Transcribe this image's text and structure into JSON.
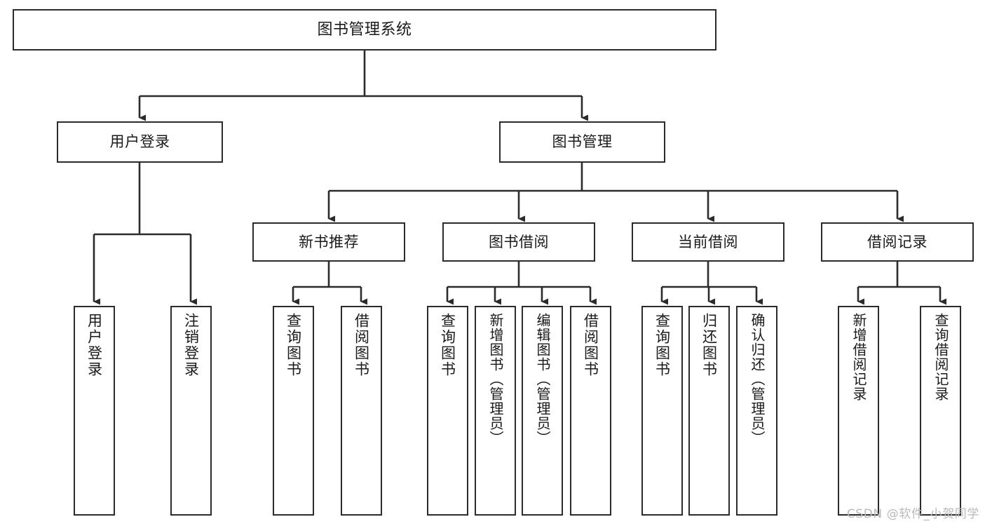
{
  "diagram": {
    "title": "图书管理系统",
    "type": "hierarchy-tree",
    "levels": 4,
    "line_color": "#2b2b2b",
    "box_fill": "#ffffff",
    "text_color": "#1a1a1a"
  },
  "nodes": {
    "root": {
      "label": "图书管理系统"
    },
    "level2": [
      {
        "id": "user-login",
        "label": "用户登录"
      },
      {
        "id": "book-management",
        "label": "图书管理"
      }
    ],
    "level3": [
      {
        "id": "new-book-recommend",
        "label": "新书推荐"
      },
      {
        "id": "book-borrow",
        "label": "图书借阅"
      },
      {
        "id": "current-borrow",
        "label": "当前借阅"
      },
      {
        "id": "borrow-record",
        "label": "借阅记录"
      }
    ],
    "leaves": {
      "user_login": [
        {
          "id": "leaf-user-login",
          "label": "用户登录"
        },
        {
          "id": "leaf-logout-login",
          "label": "注销登录"
        }
      ],
      "new_book_recommend": [
        {
          "id": "leaf-query-book-1",
          "label": "查询图书"
        },
        {
          "id": "leaf-borrow-book-1",
          "label": "借阅图书"
        }
      ],
      "book_borrow": [
        {
          "id": "leaf-query-book-2",
          "label": "查询图书"
        },
        {
          "id": "leaf-add-book",
          "label": "新增图书（管理员）"
        },
        {
          "id": "leaf-edit-book",
          "label": "编辑图书（管理员）"
        },
        {
          "id": "leaf-borrow-book-2",
          "label": "借阅图书"
        }
      ],
      "current_borrow": [
        {
          "id": "leaf-query-book-3",
          "label": "查询图书"
        },
        {
          "id": "leaf-return-book",
          "label": "归还图书"
        },
        {
          "id": "leaf-confirm-return",
          "label": "确认归还（管理员）"
        }
      ],
      "borrow_record": [
        {
          "id": "leaf-add-borrow-record",
          "label": "新增借阅记录"
        },
        {
          "id": "leaf-query-borrow-record",
          "label": "查询借阅记录"
        }
      ]
    }
  },
  "watermark": {
    "text": "CSDN @软件_小贺同学"
  }
}
